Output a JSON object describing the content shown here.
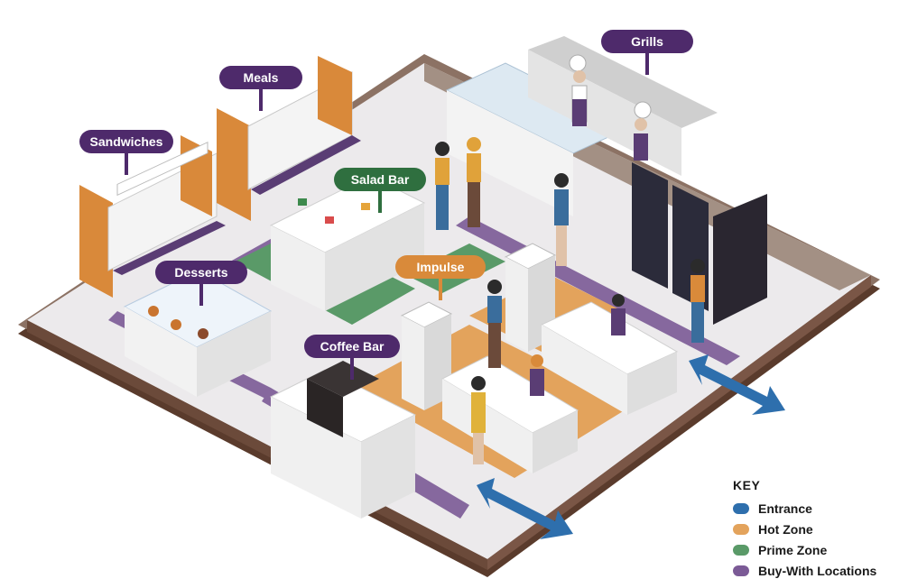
{
  "callouts": {
    "meals": "Meals",
    "grills": "Grills",
    "sandwiches": "Sandwiches",
    "salad_bar": "Salad Bar",
    "desserts": "Desserts",
    "impulse": "Impulse",
    "coffee_bar": "Coffee Bar"
  },
  "key": {
    "title": "KEY",
    "items": [
      {
        "label": "Entrance",
        "color": "#2e6fad"
      },
      {
        "label": "Hot Zone",
        "color": "#e3a35c"
      },
      {
        "label": "Prime Zone",
        "color": "#5a9a68"
      },
      {
        "label": "Buy-With Locations",
        "color": "#7b5a96"
      }
    ]
  },
  "colors": {
    "floor": "#e9e9eb",
    "base_top": "#9a8a80",
    "base_side": "#6b4a3a",
    "entrance": "#2e6fad",
    "hot_zone": "#e3a35c",
    "prime_zone": "#5a9a68",
    "buy_with": "#7b5a96",
    "wood": "#d9893a",
    "counter": "#f2f2f2"
  }
}
